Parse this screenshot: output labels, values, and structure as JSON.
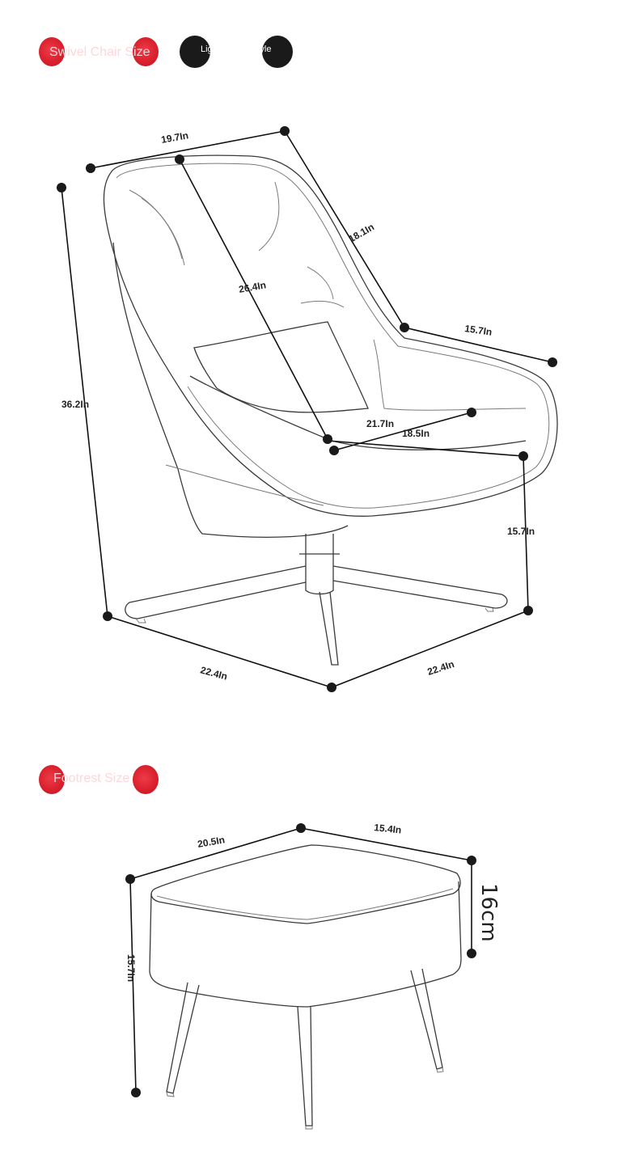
{
  "sections": {
    "chair": {
      "title": "Swivel Chair Size",
      "pill_label": "Light Luxury Style",
      "dimensions": {
        "top_width": "19.7In",
        "depth_right": "18.1In",
        "back_height": "26.4In",
        "arm_width": "15.7In",
        "total_height": "36.2In",
        "seat_depth": "21.7In",
        "seat_width": "18.5In",
        "seat_height": "15.7In",
        "base_left": "22.4In",
        "base_right": "22.4In"
      }
    },
    "footrest": {
      "title": "Footrest Size",
      "dimensions": {
        "length": "20.5In",
        "width": "15.4In",
        "height": "15.7In",
        "cushion": "16cm"
      }
    }
  },
  "colors": {
    "accent_red": "#d81f2c",
    "dark": "#1a1a1a",
    "line": "#3a3a3a"
  }
}
